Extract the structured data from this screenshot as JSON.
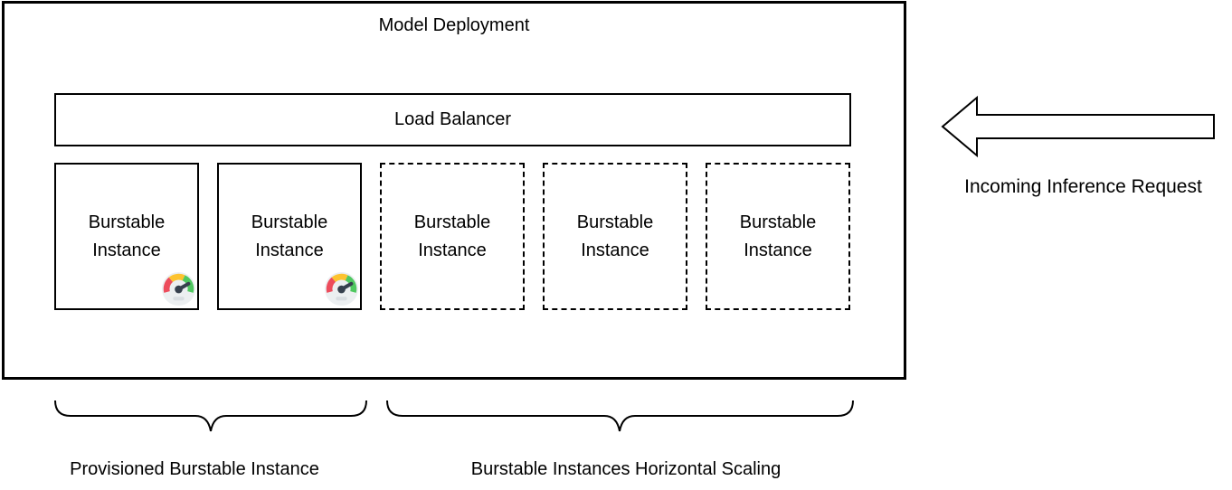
{
  "deployment": {
    "title": "Model Deployment",
    "load_balancer_label": "Load Balancer",
    "instances": [
      {
        "label": "Burstable Instance",
        "style": "solid",
        "has_gauge": true
      },
      {
        "label": "Burstable Instance",
        "style": "solid",
        "has_gauge": true
      },
      {
        "label": "Burstable Instance",
        "style": "dashed",
        "has_gauge": false
      },
      {
        "label": "Burstable Instance",
        "style": "dashed",
        "has_gauge": false
      },
      {
        "label": "Burstable Instance",
        "style": "dashed",
        "has_gauge": false
      }
    ]
  },
  "arrow": {
    "label": "Incoming Inference Request",
    "direction": "left"
  },
  "annotations": [
    {
      "label": "Provisioned Burstable Instance"
    },
    {
      "label": "Burstable Instances Horizontal Scaling"
    }
  ],
  "icons": {
    "gauge": {
      "name": "gauge-icon",
      "colors": {
        "background": "#ECEFF1",
        "red": "#ED4C5C",
        "yellow": "#FDC32F",
        "green": "#4FC860",
        "needle": "#36404E",
        "pill": "#D9DEE2"
      }
    }
  },
  "colors": {
    "line": "#000000",
    "background": "#FFFFFF"
  }
}
